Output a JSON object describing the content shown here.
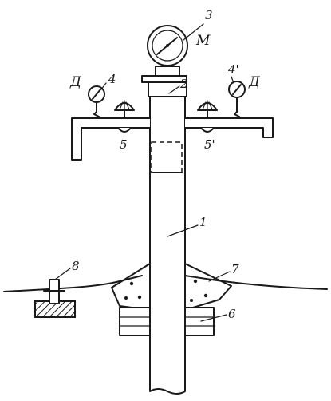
{
  "diagram": {
    "labels": {
      "l1": "1",
      "l2": "2",
      "l3": "3",
      "l4": "4",
      "l4p": "4'",
      "l5": "5",
      "l5p": "5'",
      "l6": "6",
      "l7": "7",
      "l8": "8",
      "m": "M",
      "d_left": "Д",
      "d_right": "Д"
    },
    "colors": {
      "ink": "#1a1a1a",
      "background": "#ffffff"
    }
  }
}
